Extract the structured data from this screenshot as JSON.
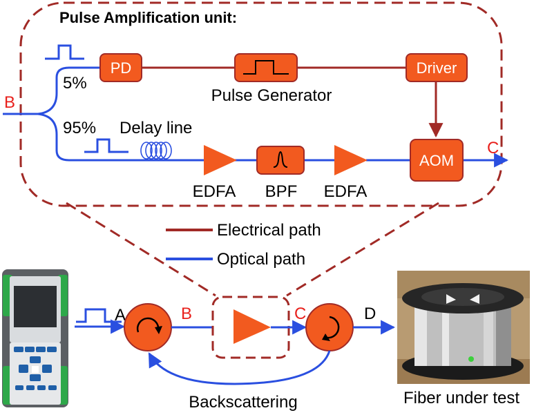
{
  "title": "Pulse Amplification unit:",
  "colors": {
    "electrical": "#a12a26",
    "optical": "#2a4fe0",
    "component_fill": "#f25a1f",
    "component_stroke": "#a12a26",
    "port_label": "#e8201c"
  },
  "split_labels": {
    "tap": "5%",
    "main": "95%"
  },
  "components": {
    "pd": "PD",
    "pulse_generator": "Pulse Generator",
    "driver": "Driver",
    "delay_line": "Delay line",
    "edfa1": "EDFA",
    "bpf": "BPF",
    "edfa2": "EDFA",
    "aom": "AOM"
  },
  "ports": {
    "unit_in": "B",
    "unit_out": "C",
    "otdr_out": "A",
    "circ1_out": "B",
    "amp_out": "C",
    "circ2_out": "D"
  },
  "legend": {
    "electrical": "Electrical path",
    "optical": "Optical path"
  },
  "bottom_labels": {
    "backscattering": "Backscattering",
    "fiber_under_test": "Fiber under test"
  },
  "icons": [
    "pulse-icon",
    "amplifier-icon",
    "bandpass-filter-icon",
    "fiber-coil-icon",
    "circulator-icon",
    "otdr-device-image",
    "fiber-spool-image"
  ]
}
